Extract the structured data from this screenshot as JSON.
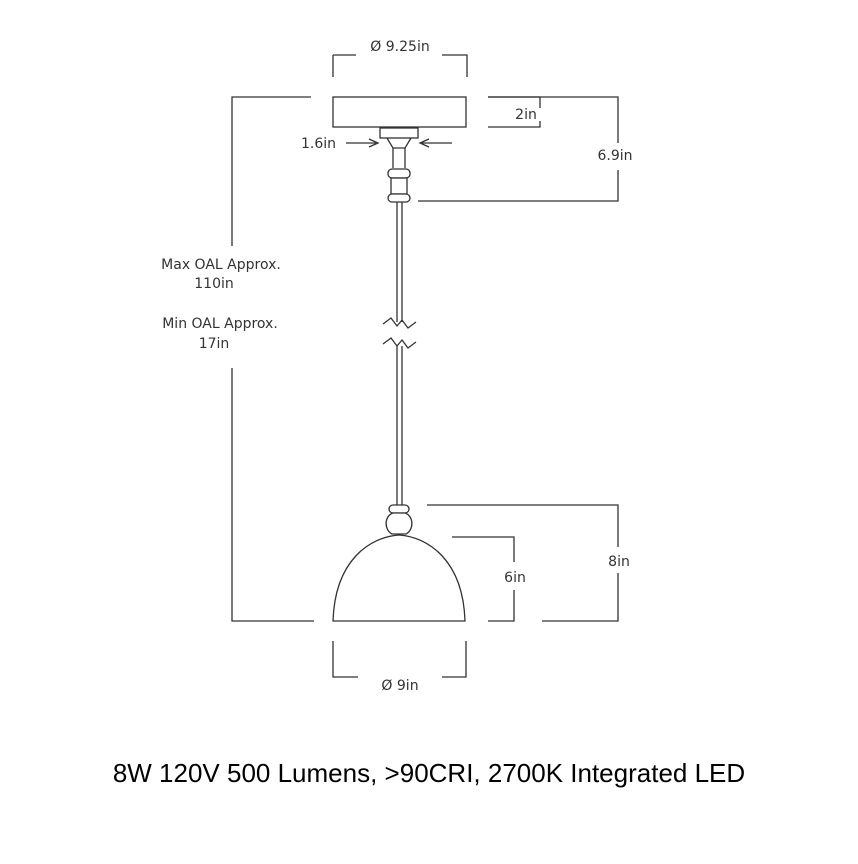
{
  "dimensions": {
    "canopy_diameter": "Ø 9.25in",
    "canopy_height": "2in",
    "stem_diameter": "1.6in",
    "canopy_to_stem_height": "6.9in",
    "max_oal_label": "Max OAL Approx.",
    "max_oal_value": "110in",
    "min_oal_label": "Min OAL Approx.",
    "min_oal_value": "17in",
    "shade_height": "6in",
    "fixture_height": "8in",
    "shade_diameter": "Ø 9in"
  },
  "spec_text": "8W 120V 500 Lumens, >90CRI, 2700K Integrated LED",
  "colors": {
    "line": "#333333",
    "text": "#333333",
    "spec_text": "#000000"
  }
}
